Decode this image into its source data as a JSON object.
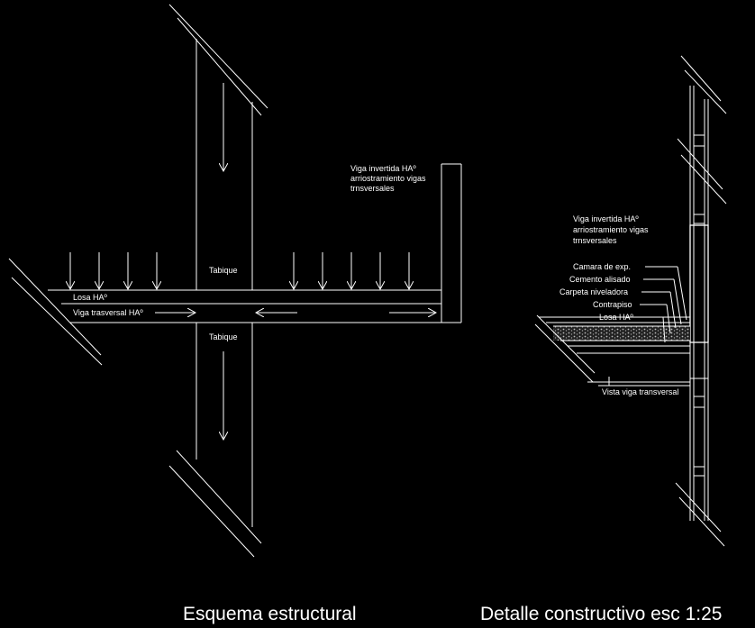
{
  "schema": {
    "caption": "Esquema estructural",
    "labels": {
      "viga_invertida": [
        "Viga invertida HAº",
        "arriostramiento vigas",
        "trnsversales"
      ],
      "tabique_top": "Tabique",
      "tabique_bottom": "Tabique",
      "losa": "Losa HAº",
      "viga_transversal": "Viga trasversal HAº"
    }
  },
  "detail": {
    "caption": "Detalle constructivo esc 1:25",
    "labels": {
      "viga_invertida": [
        "Viga invertida HAº",
        "arriostramiento vigas",
        "trnsversales"
      ],
      "camara": "Camara de exp.",
      "cemento": "Cemento alisado",
      "carpeta": "Carpeta niveladora",
      "contrapiso": "Contrapiso",
      "losa": "Losa HAº",
      "vista_viga": "Vista viga transversal"
    }
  }
}
